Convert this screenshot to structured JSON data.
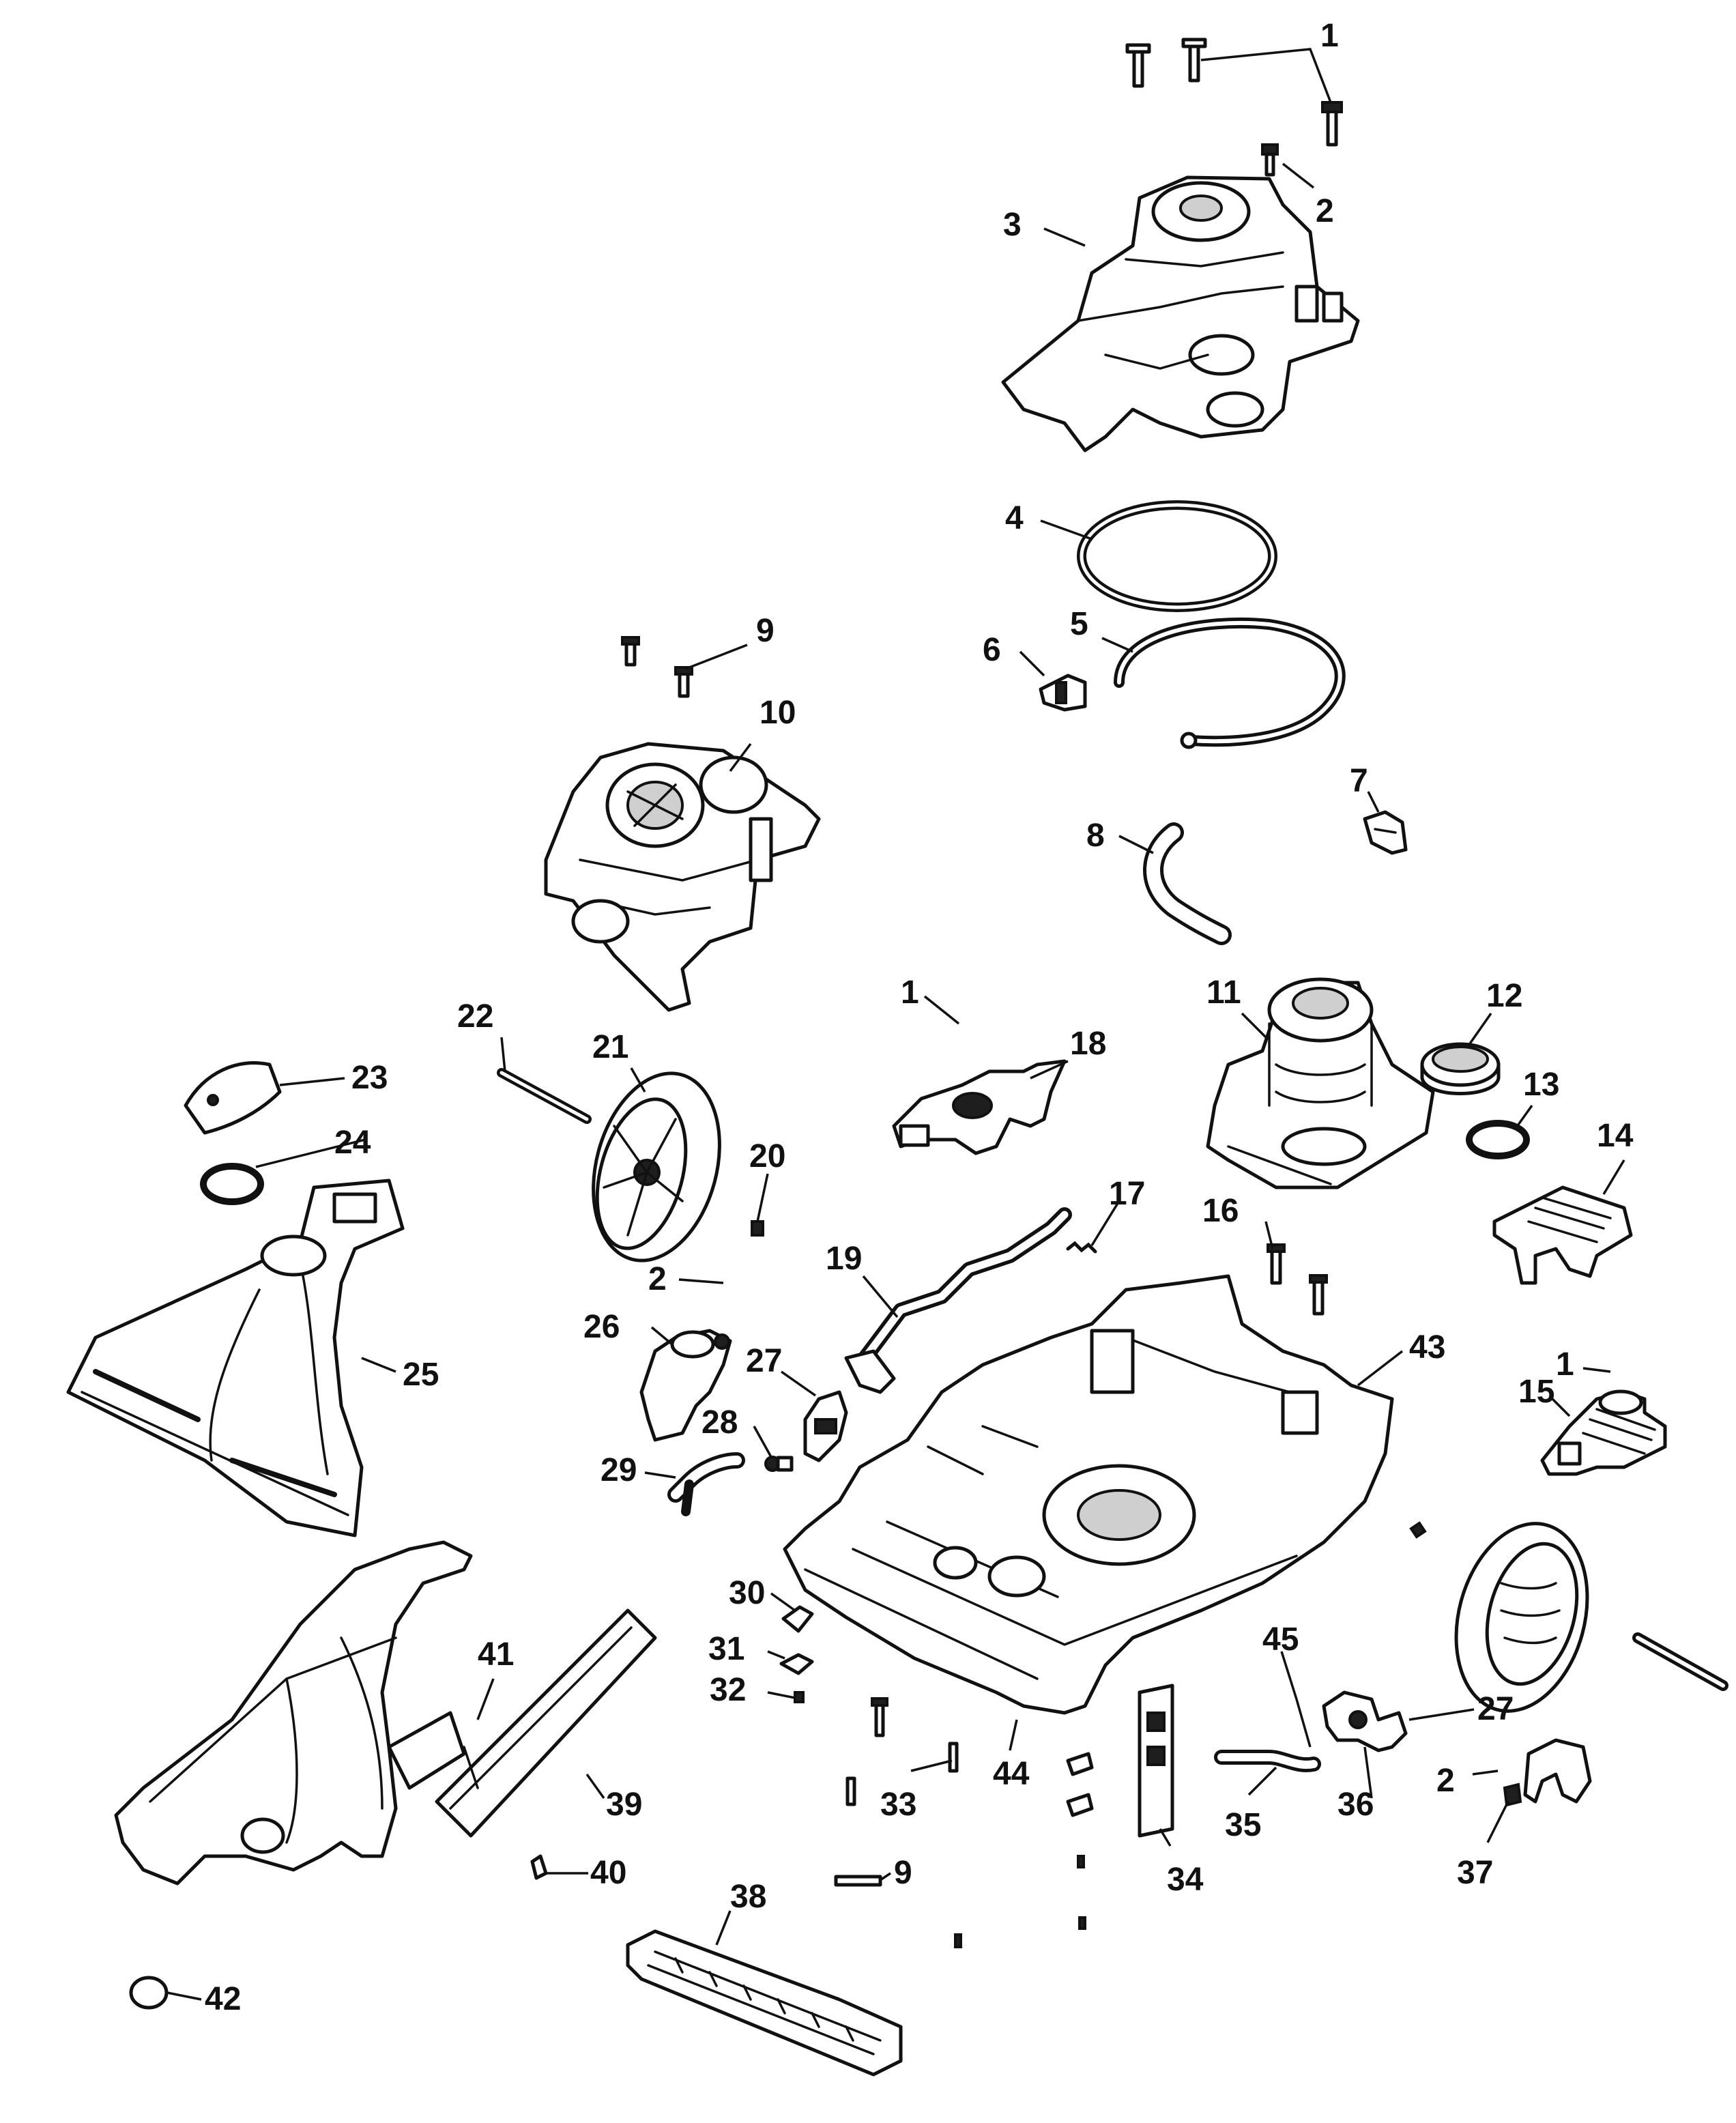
{
  "diagram": {
    "type": "exploded-parts-diagram",
    "line_color": "#111111",
    "background": "#ffffff",
    "callouts": [
      {
        "id": "c1a",
        "label": "1"
      },
      {
        "id": "c2a",
        "label": "2"
      },
      {
        "id": "c3",
        "label": "3"
      },
      {
        "id": "c4",
        "label": "4"
      },
      {
        "id": "c5",
        "label": "5"
      },
      {
        "id": "c6",
        "label": "6"
      },
      {
        "id": "c7",
        "label": "7"
      },
      {
        "id": "c8",
        "label": "8"
      },
      {
        "id": "c9a",
        "label": "9"
      },
      {
        "id": "c10",
        "label": "10"
      },
      {
        "id": "c11",
        "label": "11"
      },
      {
        "id": "c12",
        "label": "12"
      },
      {
        "id": "c13",
        "label": "13"
      },
      {
        "id": "c14",
        "label": "14"
      },
      {
        "id": "c1b",
        "label": "1"
      },
      {
        "id": "c18",
        "label": "18"
      },
      {
        "id": "c22",
        "label": "22"
      },
      {
        "id": "c21",
        "label": "21"
      },
      {
        "id": "c23",
        "label": "23"
      },
      {
        "id": "c24",
        "label": "24"
      },
      {
        "id": "c20",
        "label": "20"
      },
      {
        "id": "c17",
        "label": "17"
      },
      {
        "id": "c16",
        "label": "16"
      },
      {
        "id": "c2b",
        "label": "2"
      },
      {
        "id": "c19",
        "label": "19"
      },
      {
        "id": "c25",
        "label": "25"
      },
      {
        "id": "c26",
        "label": "26"
      },
      {
        "id": "c27a",
        "label": "27"
      },
      {
        "id": "c43",
        "label": "43"
      },
      {
        "id": "c1c",
        "label": "1"
      },
      {
        "id": "c15",
        "label": "15"
      },
      {
        "id": "c28",
        "label": "28"
      },
      {
        "id": "c29",
        "label": "29"
      },
      {
        "id": "c30",
        "label": "30"
      },
      {
        "id": "c31",
        "label": "31"
      },
      {
        "id": "c32",
        "label": "32"
      },
      {
        "id": "c41",
        "label": "41"
      },
      {
        "id": "c45",
        "label": "45"
      },
      {
        "id": "c27b",
        "label": "27"
      },
      {
        "id": "c33",
        "label": "33"
      },
      {
        "id": "c44",
        "label": "44"
      },
      {
        "id": "c39",
        "label": "39"
      },
      {
        "id": "c2c",
        "label": "2"
      },
      {
        "id": "c35",
        "label": "35"
      },
      {
        "id": "c36",
        "label": "36"
      },
      {
        "id": "c34",
        "label": "34"
      },
      {
        "id": "c37",
        "label": "37"
      },
      {
        "id": "c40",
        "label": "40"
      },
      {
        "id": "c9b",
        "label": "9"
      },
      {
        "id": "c38",
        "label": "38"
      },
      {
        "id": "c42",
        "label": "42"
      }
    ]
  }
}
